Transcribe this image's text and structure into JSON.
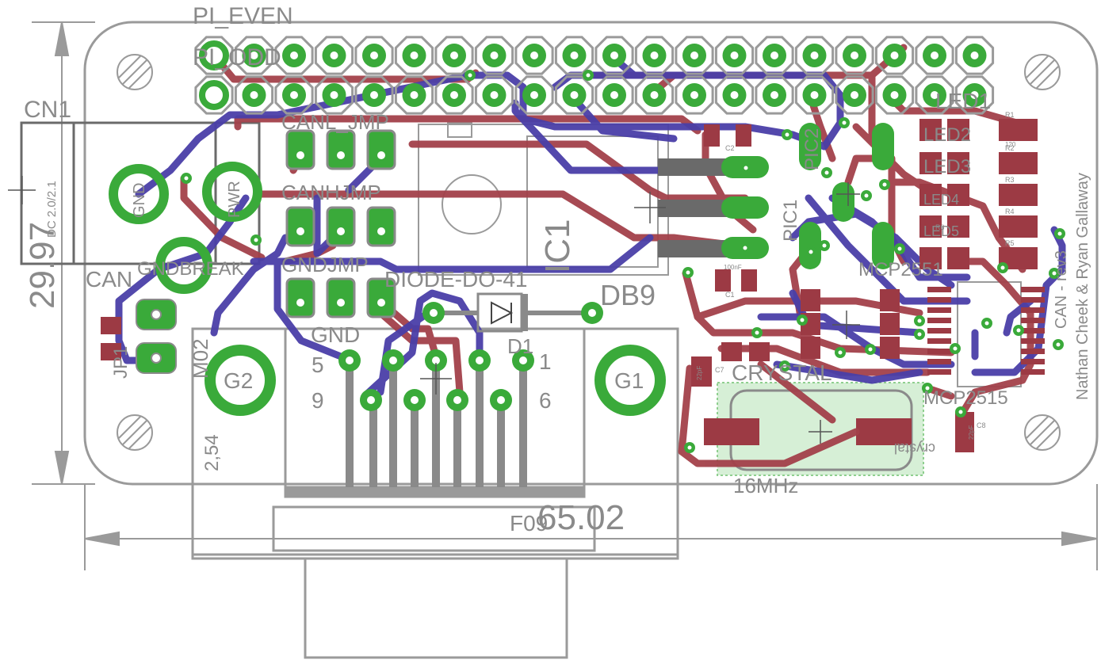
{
  "colors": {
    "background": "#ffffff",
    "outline": "#9a9a9a",
    "pad": "#3aaa3a",
    "top_trace": "#a3414a",
    "bottom_trace": "#4a3fa8",
    "smd_pad": "#9c3a44",
    "label": "#8a8a8a",
    "crystal_fill": "#8fcf8f"
  },
  "labels": {
    "pi_even": "PI_EVEN",
    "pi_odd": "PI_ODD",
    "cn1": "CN1",
    "dc": "DC 2.0/2.1",
    "gnd_pad": "GND",
    "pwr_pad": "PWR",
    "can": "CAN",
    "gndbreak": "GNDBREAK",
    "can_l_jmp": "CANL_JMP",
    "canh_jmp": "CANHJMP",
    "gnd_jmp": "GNDJMP",
    "gnd": "GND",
    "diode_pkg": "DIODE-DO-41",
    "d1": "D1",
    "db9": "DB9",
    "ic1": "IC1",
    "g1": "G1",
    "g2": "G2",
    "pin5": "5",
    "pin1": "1",
    "pin9": "9",
    "pin6": "6",
    "m02": "M02",
    "jp1": "JP1",
    "dim_254": "2,54",
    "dim_2997": "29.97",
    "dim_6502": "65.02",
    "f09": "F09",
    "crystal": "CRYSTAL",
    "freq": "16MHz",
    "mcp2515": "MCP2515",
    "mcp2551": "MCP2551",
    "led1": "LED1",
    "led2": "LED2",
    "led3": "LED3",
    "led4": "LED4",
    "led5": "LED5",
    "credit": "CAN - rev3",
    "credit2": "Nathan Cheek & Ryan Gallaway",
    "pic1": "PIC1",
    "pic2": "PIC2",
    "c1": "C1",
    "c2": "C2",
    "c7": "C7",
    "c8": "C8",
    "r1": "R1",
    "r2": "R2",
    "r3": "R3",
    "r4": "R4",
    "r5": "R5",
    "r6": "R6",
    "cap_val": "100nF",
    "res_val": "120",
    "pf22": "22pF",
    "cap_bot": "22pF",
    "crys_part": "crystal"
  },
  "header_pins_per_row": 20
}
